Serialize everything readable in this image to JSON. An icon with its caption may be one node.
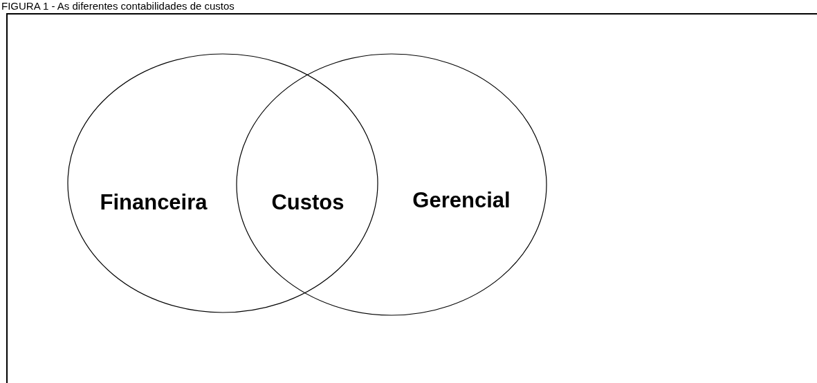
{
  "diagram": {
    "title": "FIGURA 1 - As diferentes contabilidades de custos",
    "nodes": [
      {
        "text": [
          "Financeira"
        ]
      },
      {
        "text": [
          "Gerencial"
        ]
      }
    ],
    "labels": [
      "Custos"
    ]
  }
}
